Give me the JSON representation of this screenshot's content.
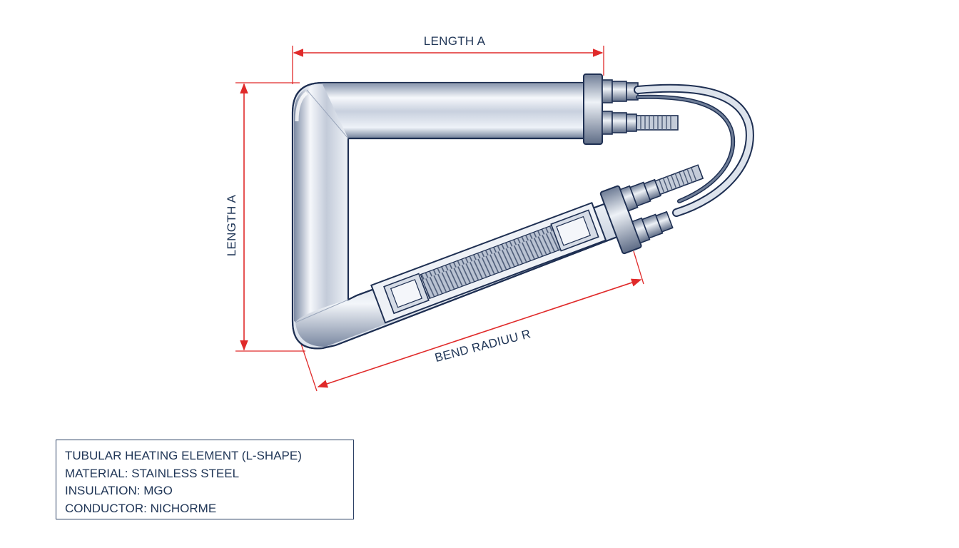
{
  "dimensions": {
    "top_length": "LENGTH A",
    "side_length": "LENGTH A",
    "bend_radius": "BEND RADIUU R"
  },
  "spec_box": {
    "title": "TUBULAR HEATING ELEMENT (L-SHAPE)",
    "material": "MATERIAL: STAINLESS STEEL",
    "insulation": "INSULATION: MGO",
    "conductor": "CONDUCTOR: NICHORME"
  },
  "colors": {
    "dimension_line": "#e02a2a",
    "outline": "#1e2f52",
    "steel_light": "#eef2f8",
    "steel_dark": "#7b8aa3",
    "text": "#1f3556"
  }
}
